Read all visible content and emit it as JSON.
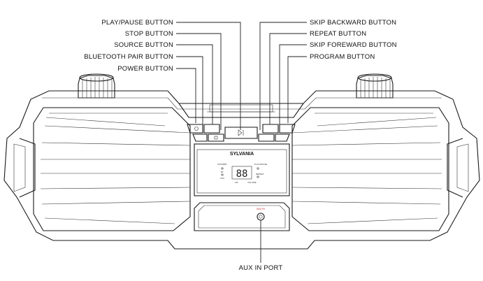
{
  "callouts_left": [
    {
      "id": "play-pause",
      "label": "PLAY/PAUSE BUTTON"
    },
    {
      "id": "stop",
      "label": "STOP BUTTON"
    },
    {
      "id": "source",
      "label": "SOURCE BUTTON"
    },
    {
      "id": "bluetooth-pair",
      "label": "BLUETOOTH PAIR BUTTON"
    },
    {
      "id": "power",
      "label": "POWER BUTTON"
    }
  ],
  "callouts_right": [
    {
      "id": "skip-backward",
      "label": "SKIP BACKWARD BUTTON"
    },
    {
      "id": "repeat",
      "label": "REPEAT BUTTON"
    },
    {
      "id": "skip-forward",
      "label": "SKIP FOREWARD BUTTON"
    },
    {
      "id": "program",
      "label": "PROGRAM BUTTON"
    }
  ],
  "callout_bottom": {
    "id": "aux-in",
    "label": "AUX IN PORT"
  },
  "device": {
    "brand": "SYLVANIA",
    "display_value": "88",
    "aux_tag": "AUX IN",
    "panel_labels": {
      "standby": "STANDBY",
      "bt": "BT",
      "aux": "AUX",
      "fm": "FM",
      "play_pause": "PLAY/PAUSE",
      "repeat": "REPEAT",
      "volume": "VOLUME"
    }
  }
}
